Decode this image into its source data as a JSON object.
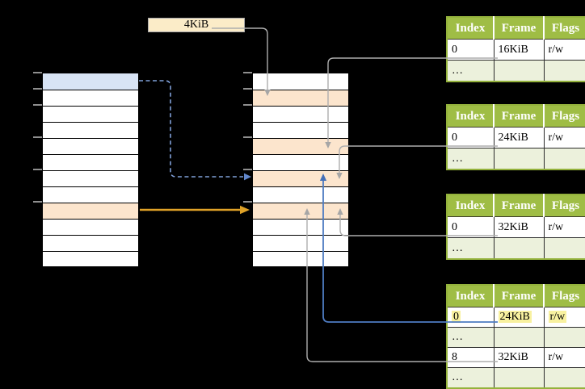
{
  "colors": {
    "background": "#000000",
    "memory_row_white": "#FFFFFF",
    "memory_row_blue": "#D8E4F5",
    "memory_row_orange": "#FCE5CD",
    "size_box_fill": "#FBECC8",
    "table_header_green": "#9FBD45",
    "table_row_green": "#ECF1DC",
    "table_border_green": "#94B23C",
    "text_highlight_yellow": "#F8F1A0",
    "connector_gray": "#AEAEAE",
    "arrow_orange": "#DFA228",
    "arrow_blue_solid": "#4E7CC2",
    "arrow_blue_dashed": "#7F9FD8"
  },
  "size_label": {
    "text": "4KiB"
  },
  "left_column": {
    "row_count": 12,
    "blue_rows": [
      0
    ],
    "orange_rows": [
      8
    ]
  },
  "middle_column": {
    "row_count": 12,
    "orange_rows": [
      1,
      4,
      6,
      8
    ]
  },
  "tables": [
    {
      "headers": [
        "Index",
        "Frame",
        "Flags"
      ],
      "rows": [
        [
          "0",
          "16KiB",
          "r/w"
        ],
        [
          "…",
          "",
          ""
        ]
      ]
    },
    {
      "headers": [
        "Index",
        "Frame",
        "Flags"
      ],
      "rows": [
        [
          "0",
          "24KiB",
          "r/w"
        ],
        [
          "…",
          "",
          ""
        ]
      ]
    },
    {
      "headers": [
        "Index",
        "Frame",
        "Flags"
      ],
      "rows": [
        [
          "0",
          "32KiB",
          "r/w"
        ],
        [
          "…",
          "",
          ""
        ]
      ]
    },
    {
      "headers": [
        "Index",
        "Frame",
        "Flags"
      ],
      "rows": [
        [
          "0",
          "24KiB",
          "r/w"
        ],
        [
          "…",
          "",
          ""
        ],
        [
          "8",
          "32KiB",
          "r/w"
        ],
        [
          "…",
          "",
          ""
        ]
      ],
      "highlighted_row": 0
    }
  ]
}
